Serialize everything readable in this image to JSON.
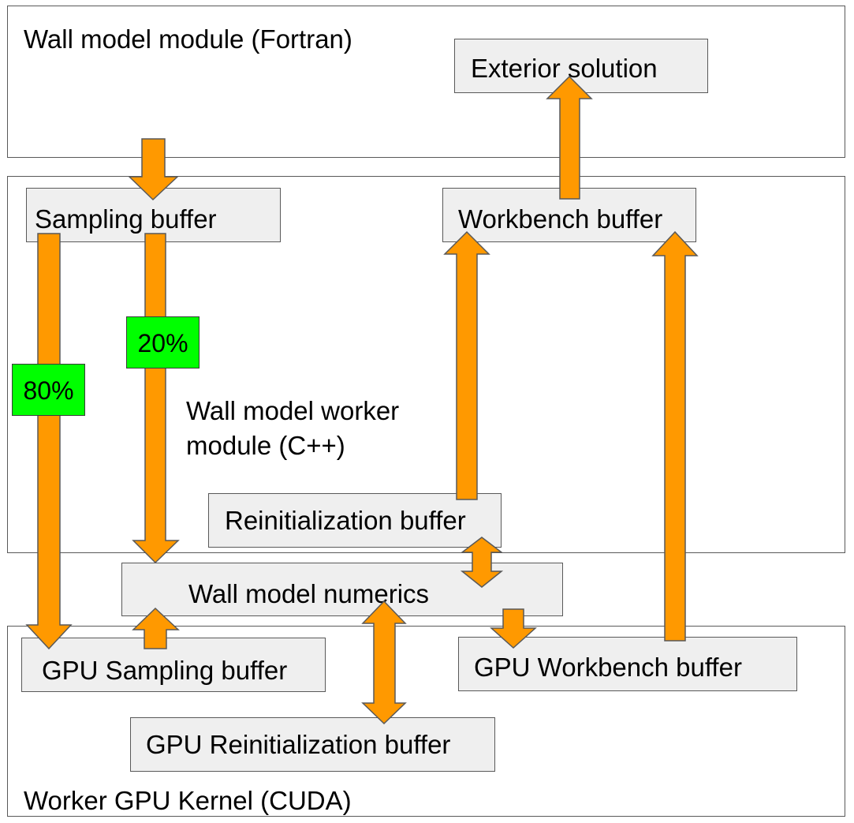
{
  "modules": {
    "fortran": "Wall model module (Fortran)",
    "cpp_line1": "Wall model worker",
    "cpp_line2": "module (C++)",
    "cuda": "Worker GPU Kernel (CUDA)"
  },
  "buffers": {
    "exterior_solution": "Exterior solution",
    "sampling": "Sampling buffer",
    "workbench": "Workbench buffer",
    "reinitialization": "Reinitialization buffer",
    "numerics": "Wall model numerics",
    "gpu_sampling": "GPU Sampling buffer",
    "gpu_workbench": "GPU Workbench buffer",
    "gpu_reinitialization": "GPU Reinitialization buffer"
  },
  "badges": {
    "split_20": "20%",
    "split_80": "80%"
  },
  "colors": {
    "arrow": "#ff9900",
    "badge": "#00ff00",
    "box": "#efefef",
    "border": "#595959"
  }
}
